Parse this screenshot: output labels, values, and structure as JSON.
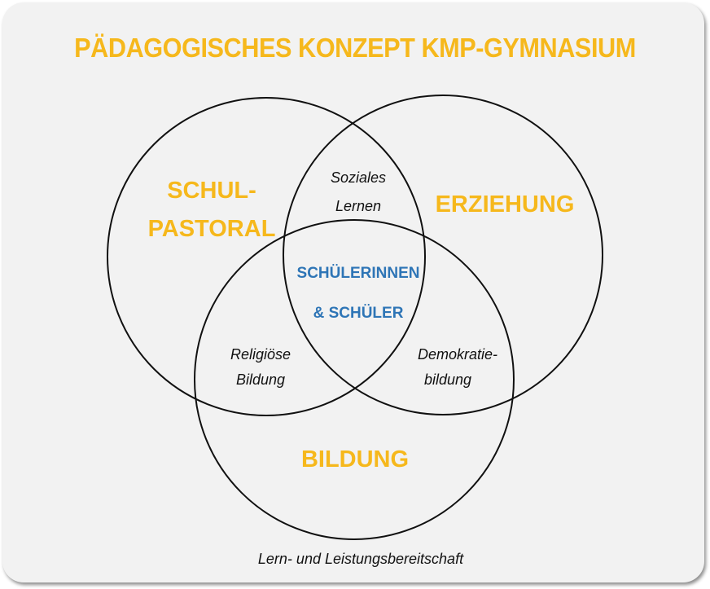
{
  "title": "PÄDAGOGISCHES KONZEPT KMP-GYMNASIUM",
  "circles": {
    "top_left": {
      "label_line1": "SCHUL-",
      "label_line2": "PASTORAL"
    },
    "top_right": {
      "label": "ERZIEHUNG"
    },
    "bottom": {
      "label": "BILDUNG"
    }
  },
  "overlaps": {
    "top": {
      "line1": "Soziales",
      "line2": "Lernen"
    },
    "left": {
      "line1": "Religiöse",
      "line2": "Bildung"
    },
    "right": {
      "line1": "Demokratie-",
      "line2": "bildung"
    }
  },
  "center": {
    "line1": "SCHÜLERINNEN",
    "line2": "& SCHÜLER"
  },
  "footer": "Lern- und Leistungsbereitschaft",
  "colors": {
    "accent": "#f6b81c",
    "center_text": "#2e75b6",
    "background": "#f2f2f2",
    "outline": "#111111"
  }
}
